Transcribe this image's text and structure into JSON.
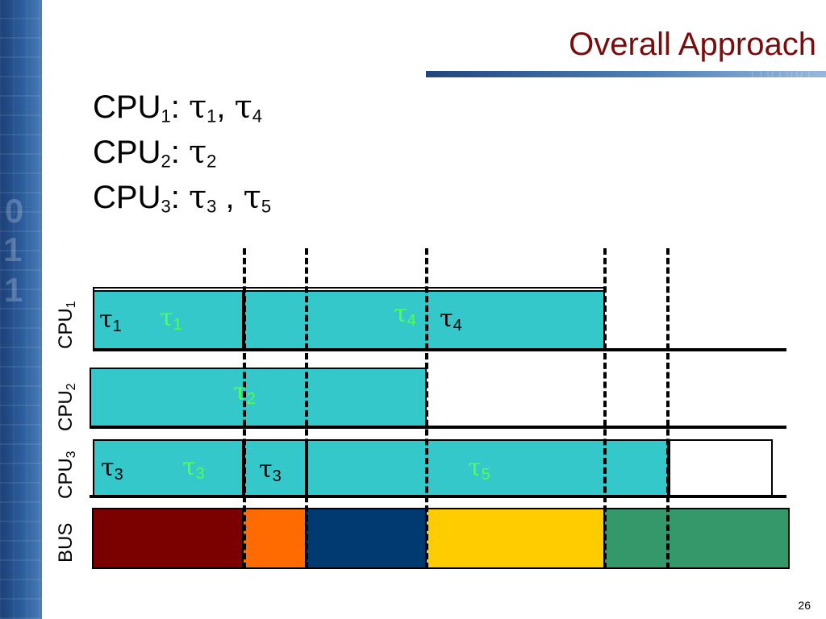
{
  "slide": {
    "title": "Overall Approach",
    "page_number": "26"
  },
  "assignments": [
    {
      "cpu_text": "CPU",
      "cpu_subscript": "1",
      "tasks": [
        {
          "symbol": "τ",
          "subscript": "1"
        },
        {
          "symbol": "τ",
          "subscript": "4"
        }
      ]
    },
    {
      "cpu_text": "CPU",
      "cpu_subscript": "2",
      "tasks": [
        {
          "symbol": "τ",
          "subscript": "2"
        }
      ]
    },
    {
      "cpu_text": "CPU",
      "cpu_subscript": "3",
      "tasks": [
        {
          "symbol": "τ",
          "subscript": "3"
        },
        {
          "symbol": "τ",
          "subscript": "5"
        }
      ]
    }
  ],
  "diagram": {
    "rows": {
      "cpu1": {
        "label_text": "CPU",
        "label_subscript": "1"
      },
      "cpu2": {
        "label_text": "CPU",
        "label_subscript": "2"
      },
      "cpu3": {
        "label_text": "CPU",
        "label_subscript": "3"
      },
      "bus": {
        "label_text": "BUS"
      }
    },
    "labels": [
      {
        "symbol": "τ",
        "subscript": "1",
        "color": "black"
      },
      {
        "symbol": "τ",
        "subscript": "1",
        "color": "green"
      },
      {
        "symbol": "τ",
        "subscript": "4",
        "color": "green"
      },
      {
        "symbol": "τ",
        "subscript": "4",
        "color": "black"
      },
      {
        "symbol": "τ",
        "subscript": "2",
        "color": "green"
      },
      {
        "symbol": "τ",
        "subscript": "3",
        "color": "black"
      },
      {
        "symbol": "τ",
        "subscript": "3",
        "color": "green"
      },
      {
        "symbol": "τ",
        "subscript": "3",
        "color": "black"
      },
      {
        "symbol": "τ",
        "subscript": "5",
        "color": "green"
      }
    ],
    "colors": {
      "cpu_fill": "#34c8cb",
      "bus_segments": [
        "#7b0000",
        "#ff6b00",
        "#003a70",
        "#ffcc00",
        "#35986a"
      ],
      "title": "#7a0c0c",
      "green_label": "#52ff4e",
      "black": "#000000"
    }
  }
}
